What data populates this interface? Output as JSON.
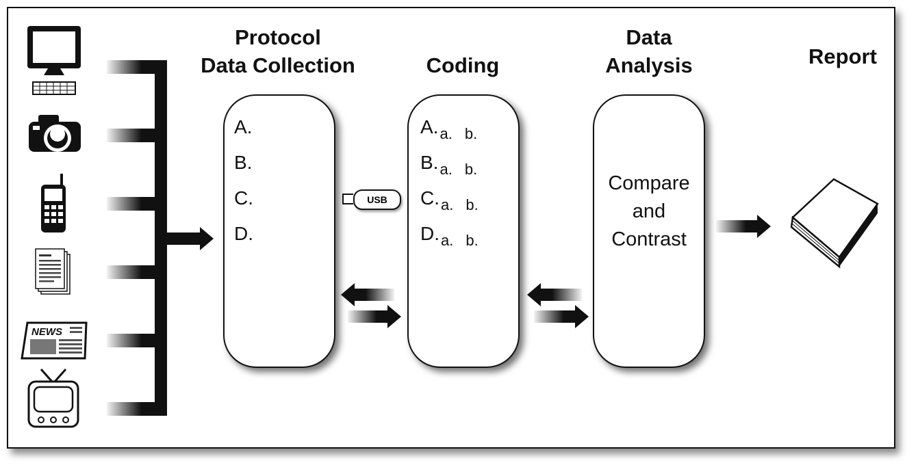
{
  "stages": {
    "protocol": {
      "title_lines": [
        "Protocol",
        "Data Collection"
      ],
      "items": [
        "A.",
        "B.",
        "C.",
        "D."
      ]
    },
    "coding": {
      "title": "Coding",
      "items": [
        {
          "label": "A.",
          "sub_a": "a.",
          "sub_b": "b."
        },
        {
          "label": "B.",
          "sub_a": "a.",
          "sub_b": "b."
        },
        {
          "label": "C.",
          "sub_a": "a.",
          "sub_b": "b."
        },
        {
          "label": "D.",
          "sub_a": "a.",
          "sub_b": "b."
        }
      ]
    },
    "analysis": {
      "title_lines": [
        "Data",
        "Analysis"
      ],
      "body_lines": [
        "Compare",
        "and",
        "Contrast"
      ]
    },
    "report": {
      "title": "Report"
    }
  },
  "usb": {
    "label": "USB"
  },
  "sources": {
    "icons": [
      "computer-icon",
      "camera-icon",
      "mobile-phone-icon",
      "document-icon",
      "newspaper-icon",
      "television-icon"
    ],
    "newspaper_label": "NEWS"
  }
}
